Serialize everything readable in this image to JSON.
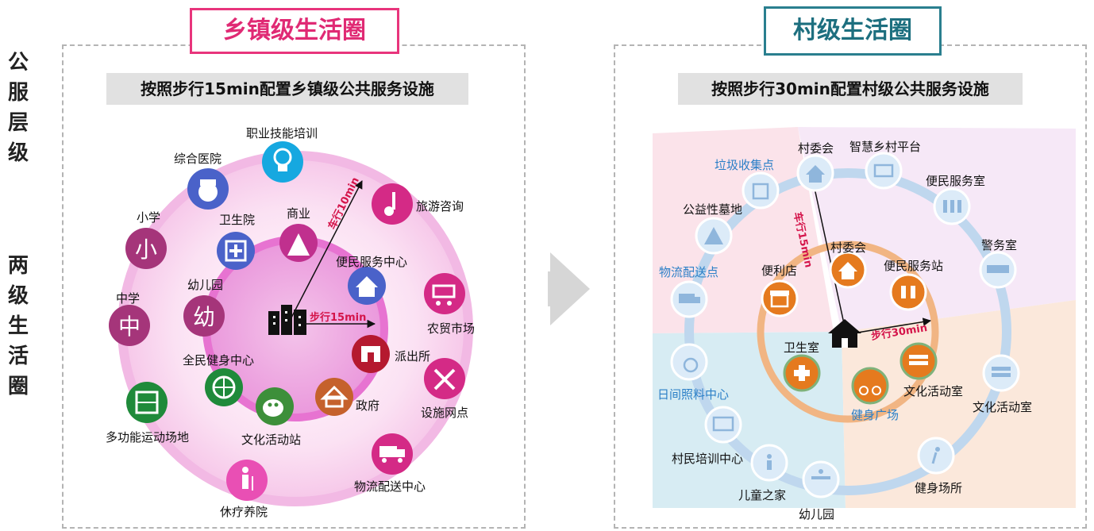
{
  "side_label_top": [
    "公",
    "服",
    "层",
    "级"
  ],
  "side_label_bottom": [
    "两",
    "级",
    "生",
    "活",
    "圈"
  ],
  "left": {
    "title": "乡镇级生活圈",
    "subtitle": "按照步行15min配置乡镇级公共服务设施",
    "center_label": "步行15min",
    "ring_label": "车行10min",
    "items": {
      "vocational": "职业技能培训",
      "hospital": "综合医院",
      "tourism": "旅游咨询",
      "primary": "小学",
      "clinic": "卫生院",
      "commerce": "商业",
      "service_center": "便民服务中心",
      "middle": "中学",
      "kindergarten": "幼儿园",
      "market": "农贸市场",
      "fitness_center": "全民健身中心",
      "police": "派出所",
      "government": "政府",
      "facility": "设施网点",
      "sports_field": "多功能运动场地",
      "culture": "文化活动站",
      "logistics": "物流配送中心",
      "nursing": "休疗养院"
    },
    "glyphs": {
      "primary": "小",
      "middle": "中",
      "kindergarten": "幼"
    }
  },
  "right": {
    "title": "村级生活圈",
    "subtitle": "按照步行30min配置村级公共服务设施",
    "center_label": "步行30min",
    "ring_label": "车行15min",
    "items": {
      "committee_outer": "村委会",
      "smart": "智慧乡村平台",
      "garbage": "垃圾收集点",
      "service_room": "便民服务室",
      "cemetery": "公益性墓地",
      "committee": "村委会",
      "police_room": "警务室",
      "convenience": "便利店",
      "service_station": "便民服务站",
      "delivery": "物流配送点",
      "clinic": "卫生室",
      "daycare": "日间照料中心",
      "culture_inner": "文化活动室",
      "square": "健身广场",
      "culture_outer": "文化活动室",
      "training": "村民培训中心",
      "children": "儿童之家",
      "fitness": "健身场所",
      "kindergarten": "幼儿园"
    }
  },
  "colors": {
    "pink_accent": "#e8357c",
    "teal_accent": "#2a7f8f",
    "icon_purple": "#8a3fa0",
    "icon_blue": "#4a62c9",
    "icon_magenta": "#d42a86",
    "icon_red": "#c0243a",
    "icon_green": "#1f8a3a",
    "icon_orange": "#e0702b",
    "ring_blue": "#a8c6e6"
  }
}
